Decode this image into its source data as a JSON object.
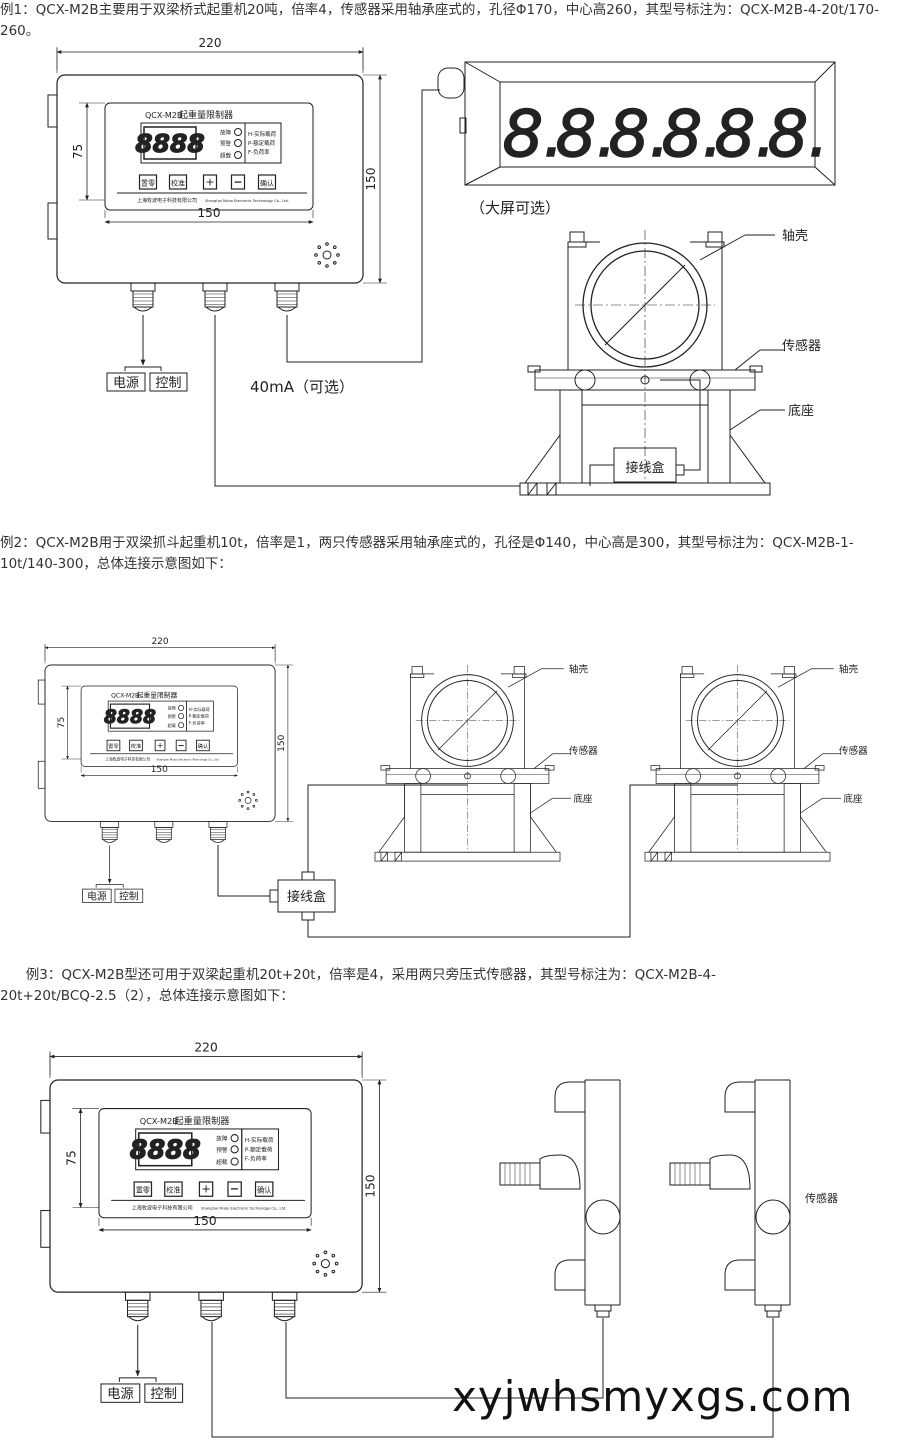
{
  "examples": [
    {
      "text": "例1：QCX-M2B主要用于双梁桥式起重机20吨，倍率4，传感器采用轴承座式的，孔径Φ170，中心高260，其型号标注为：QCX-M2B-4-20t/170-260。"
    },
    {
      "text": "例2：QCX-M2B用于双梁抓斗起重机10t，倍率是1，两只传感器采用轴承座式的，孔径是Φ140，中心高是300，其型号标注为：QCX-M2B-1-10t/140-300，总体连接示意图如下："
    },
    {
      "text": "      例3：QCX-M2B型还可用于双梁起重机20t+20t，倍率是4，采用两只旁压式传感器，其型号标注为：QCX-M2B-4-20t+20t/BCQ-2.5（2），总体连接示意图如下："
    }
  ],
  "controller": {
    "model": "QCX-M2B",
    "name": "起重量限制器",
    "display": "8888",
    "leds": [
      "故障",
      "预警",
      "超载"
    ],
    "legend": [
      "H-实际载荷",
      "P-额定载荷",
      "F-负荷率"
    ],
    "buttons": [
      "置零",
      "校准",
      "+",
      "−",
      "确认"
    ],
    "company_cn": "上海牧波电子科技有限公司",
    "company_en": "Shanghai Mubo Electronic Technology Co., Ltd.",
    "dim_width": "220",
    "dim_height": "150",
    "dim_panel_width": "150",
    "dim_panel_height": "75",
    "power_label": "电源",
    "control_label": "控制"
  },
  "figure1": {
    "big_screen_label": "（大屏可选）",
    "signal_label": "40mA（可选）",
    "housing_label": "轴壳",
    "sensor_label": "传感器",
    "base_label": "底座",
    "junction_label": "接线盒"
  },
  "figure2": {
    "housing_label": "轴壳",
    "sensor_label": "传感器",
    "base_label": "底座",
    "junction_label": "接线盒"
  },
  "figure3": {
    "sensor_label": "传感器"
  },
  "watermark": "xyjwhsmyxgs.com"
}
